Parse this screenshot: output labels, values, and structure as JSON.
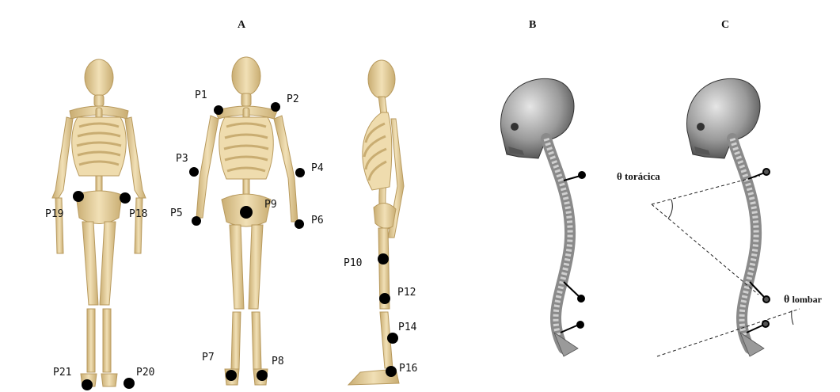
{
  "panels": {
    "a": "A",
    "b": "B",
    "c": "C"
  },
  "points": {
    "p1": "P1",
    "p2": "P2",
    "p3": "P3",
    "p4": "P4",
    "p5": "P5",
    "p6": "P6",
    "p7": "P7",
    "p8": "P8",
    "p9": "P9",
    "p10": "P10",
    "p12": "P12",
    "p14": "P14",
    "p16": "P16",
    "p18": "P18",
    "p19": "P19",
    "p20": "P20",
    "p21": "P21"
  },
  "angles": {
    "theta": "θ",
    "toracica": "torácica",
    "lombar": "lombar"
  },
  "colors": {
    "bone": "#e8d3a0",
    "bone_stroke": "#b89a5e",
    "skull_gray": "#7d7d7d",
    "marker": "#000000"
  }
}
